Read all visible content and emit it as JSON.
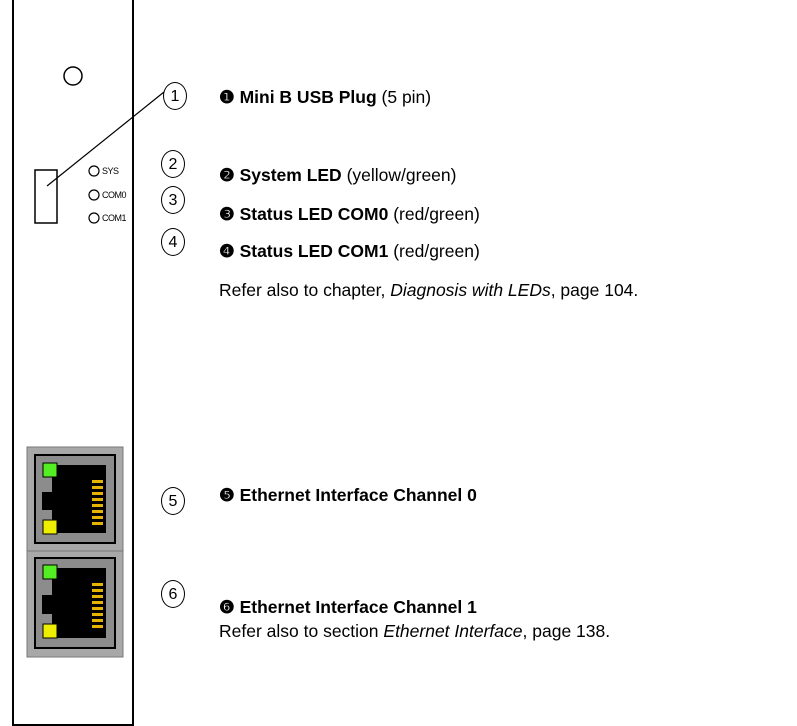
{
  "panel": {
    "led_labels": [
      "SYS",
      "COM0",
      "COM1"
    ]
  },
  "callouts": [
    "1",
    "2",
    "3",
    "4",
    "5",
    "6"
  ],
  "items": [
    {
      "marker": "❶",
      "label": "Mini B USB Plug",
      "detail": " (5 pin)"
    },
    {
      "marker": "❷",
      "label": "System LED",
      "detail": " (yellow/green)"
    },
    {
      "marker": "❸",
      "label": "Status LED COM0",
      "detail": " (red/green)"
    },
    {
      "marker": "❹",
      "label": "Status LED COM1",
      "detail": " (red/green)"
    },
    {
      "marker": "❺",
      "label": "Ethernet Interface Channel 0",
      "detail": ""
    },
    {
      "marker": "❻",
      "label": "Ethernet Interface Channel 1",
      "detail": ""
    }
  ],
  "notes": {
    "leds": {
      "prefix": "Refer also to chapter, ",
      "ref": "Diagnosis with LEDs",
      "suffix": ", page 104."
    },
    "ethernet": {
      "prefix": "Refer also to section ",
      "ref": "Ethernet Interface",
      "suffix": ", page 138."
    }
  },
  "colors": {
    "led_green": "#55ee22",
    "led_yellow": "#eeee00",
    "port_gray": "#a6a6a6",
    "contact_gold": "#e6b400"
  }
}
